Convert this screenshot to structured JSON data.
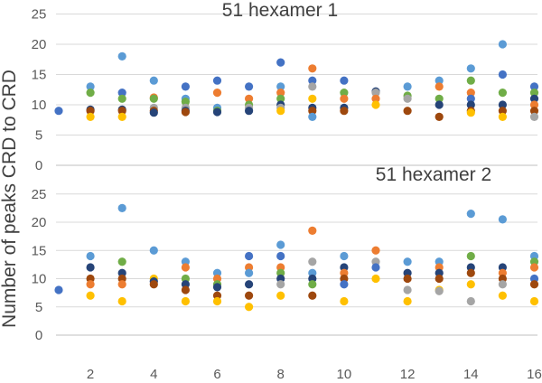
{
  "y_axis_title": "Number of peaks CRD to CRD",
  "x_ticks": [
    "2",
    "4",
    "6",
    "8",
    "10",
    "12",
    "14",
    "16"
  ],
  "colors": {
    "blue_light": "#5B9BD5",
    "orange": "#ED7D31",
    "gray": "#A5A5A5",
    "yellow": "#FFC000",
    "blue_mid": "#4472C4",
    "green": "#70AD47",
    "navy": "#264478",
    "brown": "#9E480E"
  },
  "chart_data": [
    {
      "type": "scatter",
      "title": "51 hexamer 1",
      "xlabel": "",
      "ylabel": "Number of peaks CRD to CRD",
      "xlim": [
        1,
        16
      ],
      "ylim": [
        0,
        25
      ],
      "y_ticks": [
        "0",
        "5",
        "10",
        "15",
        "20",
        "25"
      ],
      "grid": true,
      "points": [
        {
          "x": 1,
          "y": 9,
          "color": "blue_mid"
        },
        {
          "x": 2,
          "y": 13,
          "color": "blue_light"
        },
        {
          "x": 2,
          "y": 12,
          "color": "green"
        },
        {
          "x": 2,
          "y": 9.2,
          "color": "navy"
        },
        {
          "x": 2,
          "y": 9,
          "color": "brown"
        },
        {
          "x": 2,
          "y": 8,
          "color": "yellow"
        },
        {
          "x": 3,
          "y": 18,
          "color": "blue_light"
        },
        {
          "x": 3,
          "y": 12,
          "color": "blue_mid"
        },
        {
          "x": 3,
          "y": 11,
          "color": "green"
        },
        {
          "x": 3,
          "y": 9.2,
          "color": "navy"
        },
        {
          "x": 3,
          "y": 9,
          "color": "brown"
        },
        {
          "x": 3,
          "y": 8,
          "color": "yellow"
        },
        {
          "x": 4,
          "y": 14,
          "color": "blue_light"
        },
        {
          "x": 4,
          "y": 11.2,
          "color": "orange"
        },
        {
          "x": 4,
          "y": 11,
          "color": "green"
        },
        {
          "x": 4,
          "y": 9.5,
          "color": "gray"
        },
        {
          "x": 4,
          "y": 9,
          "color": "brown"
        },
        {
          "x": 4,
          "y": 8.7,
          "color": "navy"
        },
        {
          "x": 5,
          "y": 13,
          "color": "blue_mid"
        },
        {
          "x": 5,
          "y": 11,
          "color": "blue_light"
        },
        {
          "x": 5,
          "y": 10.5,
          "color": "green"
        },
        {
          "x": 5,
          "y": 9.5,
          "color": "gray"
        },
        {
          "x": 5,
          "y": 9,
          "color": "navy"
        },
        {
          "x": 5,
          "y": 8.8,
          "color": "brown"
        },
        {
          "x": 6,
          "y": 14,
          "color": "blue_mid"
        },
        {
          "x": 6,
          "y": 12,
          "color": "orange"
        },
        {
          "x": 6,
          "y": 9.5,
          "color": "blue_light"
        },
        {
          "x": 6,
          "y": 9,
          "color": "green"
        },
        {
          "x": 6,
          "y": 8.8,
          "color": "navy"
        },
        {
          "x": 7,
          "y": 13,
          "color": "blue_mid"
        },
        {
          "x": 7,
          "y": 11,
          "color": "orange"
        },
        {
          "x": 7,
          "y": 10,
          "color": "green"
        },
        {
          "x": 7,
          "y": 9.5,
          "color": "gray"
        },
        {
          "x": 7,
          "y": 9,
          "color": "navy"
        },
        {
          "x": 8,
          "y": 17,
          "color": "blue_mid"
        },
        {
          "x": 8,
          "y": 13,
          "color": "blue_light"
        },
        {
          "x": 8,
          "y": 12,
          "color": "orange"
        },
        {
          "x": 8,
          "y": 11,
          "color": "green"
        },
        {
          "x": 8,
          "y": 10,
          "color": "navy"
        },
        {
          "x": 8,
          "y": 9.5,
          "color": "gray"
        },
        {
          "x": 8,
          "y": 9,
          "color": "yellow"
        },
        {
          "x": 9,
          "y": 16,
          "color": "orange"
        },
        {
          "x": 9,
          "y": 14,
          "color": "blue_mid"
        },
        {
          "x": 9,
          "y": 13,
          "color": "gray"
        },
        {
          "x": 9,
          "y": 11,
          "color": "yellow"
        },
        {
          "x": 9,
          "y": 9.5,
          "color": "navy"
        },
        {
          "x": 9,
          "y": 9,
          "color": "brown"
        },
        {
          "x": 9,
          "y": 8,
          "color": "blue_light"
        },
        {
          "x": 10,
          "y": 14,
          "color": "blue_mid"
        },
        {
          "x": 10,
          "y": 12,
          "color": "green"
        },
        {
          "x": 10,
          "y": 11,
          "color": "orange"
        },
        {
          "x": 10,
          "y": 9.5,
          "color": "navy"
        },
        {
          "x": 10,
          "y": 9,
          "color": "brown"
        },
        {
          "x": 11,
          "y": 12.2,
          "color": "navy"
        },
        {
          "x": 11,
          "y": 12,
          "color": "gray"
        },
        {
          "x": 11,
          "y": 11,
          "color": "orange"
        },
        {
          "x": 11,
          "y": 10,
          "color": "yellow"
        },
        {
          "x": 12,
          "y": 13,
          "color": "blue_light"
        },
        {
          "x": 12,
          "y": 11.5,
          "color": "green"
        },
        {
          "x": 12,
          "y": 11,
          "color": "gray"
        },
        {
          "x": 12,
          "y": 9,
          "color": "brown"
        },
        {
          "x": 13,
          "y": 14,
          "color": "blue_light"
        },
        {
          "x": 13,
          "y": 13,
          "color": "orange"
        },
        {
          "x": 13,
          "y": 11,
          "color": "green"
        },
        {
          "x": 13,
          "y": 10,
          "color": "navy"
        },
        {
          "x": 13,
          "y": 8,
          "color": "brown"
        },
        {
          "x": 14,
          "y": 16,
          "color": "blue_light"
        },
        {
          "x": 14,
          "y": 14,
          "color": "green"
        },
        {
          "x": 14,
          "y": 12,
          "color": "orange"
        },
        {
          "x": 14,
          "y": 11,
          "color": "blue_mid"
        },
        {
          "x": 14,
          "y": 10,
          "color": "navy"
        },
        {
          "x": 14,
          "y": 9,
          "color": "brown"
        },
        {
          "x": 14,
          "y": 8.7,
          "color": "yellow"
        },
        {
          "x": 15,
          "y": 20,
          "color": "blue_light"
        },
        {
          "x": 15,
          "y": 15,
          "color": "blue_mid"
        },
        {
          "x": 15,
          "y": 12,
          "color": "green"
        },
        {
          "x": 15,
          "y": 10,
          "color": "navy"
        },
        {
          "x": 15,
          "y": 9,
          "color": "brown"
        },
        {
          "x": 15,
          "y": 8,
          "color": "yellow"
        },
        {
          "x": 16,
          "y": 13,
          "color": "blue_mid"
        },
        {
          "x": 16,
          "y": 12,
          "color": "green"
        },
        {
          "x": 16,
          "y": 11,
          "color": "navy"
        },
        {
          "x": 16,
          "y": 10,
          "color": "orange"
        },
        {
          "x": 16,
          "y": 9,
          "color": "brown"
        },
        {
          "x": 16,
          "y": 8,
          "color": "gray"
        }
      ]
    },
    {
      "type": "scatter",
      "title": "51 hexamer 2",
      "xlabel": "",
      "ylabel": "Number of peaks CRD to CRD",
      "xlim": [
        1,
        16
      ],
      "ylim": [
        0,
        25
      ],
      "y_ticks": [
        "0",
        "5",
        "10",
        "15",
        "20",
        "25"
      ],
      "grid": true,
      "points": [
        {
          "x": 1,
          "y": 8,
          "color": "blue_mid"
        },
        {
          "x": 2,
          "y": 14,
          "color": "blue_light"
        },
        {
          "x": 2,
          "y": 12,
          "color": "navy"
        },
        {
          "x": 2,
          "y": 10,
          "color": "brown"
        },
        {
          "x": 2,
          "y": 9,
          "color": "orange"
        },
        {
          "x": 2,
          "y": 7,
          "color": "yellow"
        },
        {
          "x": 3,
          "y": 22.5,
          "color": "blue_light"
        },
        {
          "x": 3,
          "y": 13,
          "color": "green"
        },
        {
          "x": 3,
          "y": 11,
          "color": "navy"
        },
        {
          "x": 3,
          "y": 10,
          "color": "brown"
        },
        {
          "x": 3,
          "y": 9,
          "color": "orange"
        },
        {
          "x": 3,
          "y": 6,
          "color": "yellow"
        },
        {
          "x": 4,
          "y": 15,
          "color": "blue_light"
        },
        {
          "x": 4,
          "y": 10,
          "color": "yellow"
        },
        {
          "x": 4,
          "y": 9.5,
          "color": "navy"
        },
        {
          "x": 4,
          "y": 9,
          "color": "brown"
        },
        {
          "x": 5,
          "y": 13,
          "color": "blue_light"
        },
        {
          "x": 5,
          "y": 12,
          "color": "orange"
        },
        {
          "x": 5,
          "y": 10,
          "color": "green"
        },
        {
          "x": 5,
          "y": 9,
          "color": "navy"
        },
        {
          "x": 5,
          "y": 8,
          "color": "brown"
        },
        {
          "x": 5,
          "y": 6,
          "color": "yellow"
        },
        {
          "x": 6,
          "y": 11,
          "color": "blue_light"
        },
        {
          "x": 6,
          "y": 10,
          "color": "orange"
        },
        {
          "x": 6,
          "y": 9,
          "color": "green"
        },
        {
          "x": 6,
          "y": 8.5,
          "color": "navy"
        },
        {
          "x": 6,
          "y": 7,
          "color": "brown"
        },
        {
          "x": 6,
          "y": 6,
          "color": "yellow"
        },
        {
          "x": 7,
          "y": 14,
          "color": "blue_mid"
        },
        {
          "x": 7,
          "y": 12,
          "color": "orange"
        },
        {
          "x": 7,
          "y": 11,
          "color": "blue_light"
        },
        {
          "x": 7,
          "y": 9,
          "color": "navy"
        },
        {
          "x": 7,
          "y": 7,
          "color": "brown"
        },
        {
          "x": 7,
          "y": 5,
          "color": "yellow"
        },
        {
          "x": 8,
          "y": 16,
          "color": "blue_light"
        },
        {
          "x": 8,
          "y": 14,
          "color": "blue_mid"
        },
        {
          "x": 8,
          "y": 12,
          "color": "orange"
        },
        {
          "x": 8,
          "y": 11,
          "color": "green"
        },
        {
          "x": 8,
          "y": 10,
          "color": "navy"
        },
        {
          "x": 8,
          "y": 9,
          "color": "gray"
        },
        {
          "x": 8,
          "y": 7,
          "color": "yellow"
        },
        {
          "x": 9,
          "y": 18.5,
          "color": "orange"
        },
        {
          "x": 9,
          "y": 13,
          "color": "gray"
        },
        {
          "x": 9,
          "y": 11,
          "color": "blue_light"
        },
        {
          "x": 9,
          "y": 10,
          "color": "navy"
        },
        {
          "x": 9,
          "y": 9,
          "color": "green"
        },
        {
          "x": 9,
          "y": 7,
          "color": "brown"
        },
        {
          "x": 10,
          "y": 14,
          "color": "blue_light"
        },
        {
          "x": 10,
          "y": 12,
          "color": "navy"
        },
        {
          "x": 10,
          "y": 11,
          "color": "orange"
        },
        {
          "x": 10,
          "y": 10,
          "color": "brown"
        },
        {
          "x": 10,
          "y": 9,
          "color": "blue_mid"
        },
        {
          "x": 10,
          "y": 6,
          "color": "yellow"
        },
        {
          "x": 11,
          "y": 15,
          "color": "orange"
        },
        {
          "x": 11,
          "y": 13,
          "color": "gray"
        },
        {
          "x": 11,
          "y": 12,
          "color": "blue_mid"
        },
        {
          "x": 11,
          "y": 10,
          "color": "yellow"
        },
        {
          "x": 12,
          "y": 13,
          "color": "blue_light"
        },
        {
          "x": 12,
          "y": 11,
          "color": "navy"
        },
        {
          "x": 12,
          "y": 10,
          "color": "brown"
        },
        {
          "x": 12,
          "y": 8,
          "color": "gray"
        },
        {
          "x": 12,
          "y": 6,
          "color": "yellow"
        },
        {
          "x": 13,
          "y": 13,
          "color": "blue_light"
        },
        {
          "x": 13,
          "y": 12,
          "color": "orange"
        },
        {
          "x": 13,
          "y": 11,
          "color": "navy"
        },
        {
          "x": 13,
          "y": 10,
          "color": "brown"
        },
        {
          "x": 13,
          "y": 8,
          "color": "yellow"
        },
        {
          "x": 13,
          "y": 7.8,
          "color": "gray"
        },
        {
          "x": 14,
          "y": 21.5,
          "color": "blue_light"
        },
        {
          "x": 14,
          "y": 14,
          "color": "green"
        },
        {
          "x": 14,
          "y": 12,
          "color": "navy"
        },
        {
          "x": 14,
          "y": 11,
          "color": "brown"
        },
        {
          "x": 14,
          "y": 9,
          "color": "yellow"
        },
        {
          "x": 14,
          "y": 6,
          "color": "gray"
        },
        {
          "x": 15,
          "y": 20.5,
          "color": "blue_light"
        },
        {
          "x": 15,
          "y": 12,
          "color": "navy"
        },
        {
          "x": 15,
          "y": 11,
          "color": "orange"
        },
        {
          "x": 15,
          "y": 10,
          "color": "brown"
        },
        {
          "x": 15,
          "y": 9,
          "color": "gray"
        },
        {
          "x": 15,
          "y": 7,
          "color": "yellow"
        },
        {
          "x": 16,
          "y": 14,
          "color": "blue_light"
        },
        {
          "x": 16,
          "y": 13,
          "color": "green"
        },
        {
          "x": 16,
          "y": 12,
          "color": "orange"
        },
        {
          "x": 16,
          "y": 10,
          "color": "blue_mid"
        },
        {
          "x": 16,
          "y": 9,
          "color": "brown"
        },
        {
          "x": 16,
          "y": 6,
          "color": "yellow"
        }
      ]
    }
  ]
}
